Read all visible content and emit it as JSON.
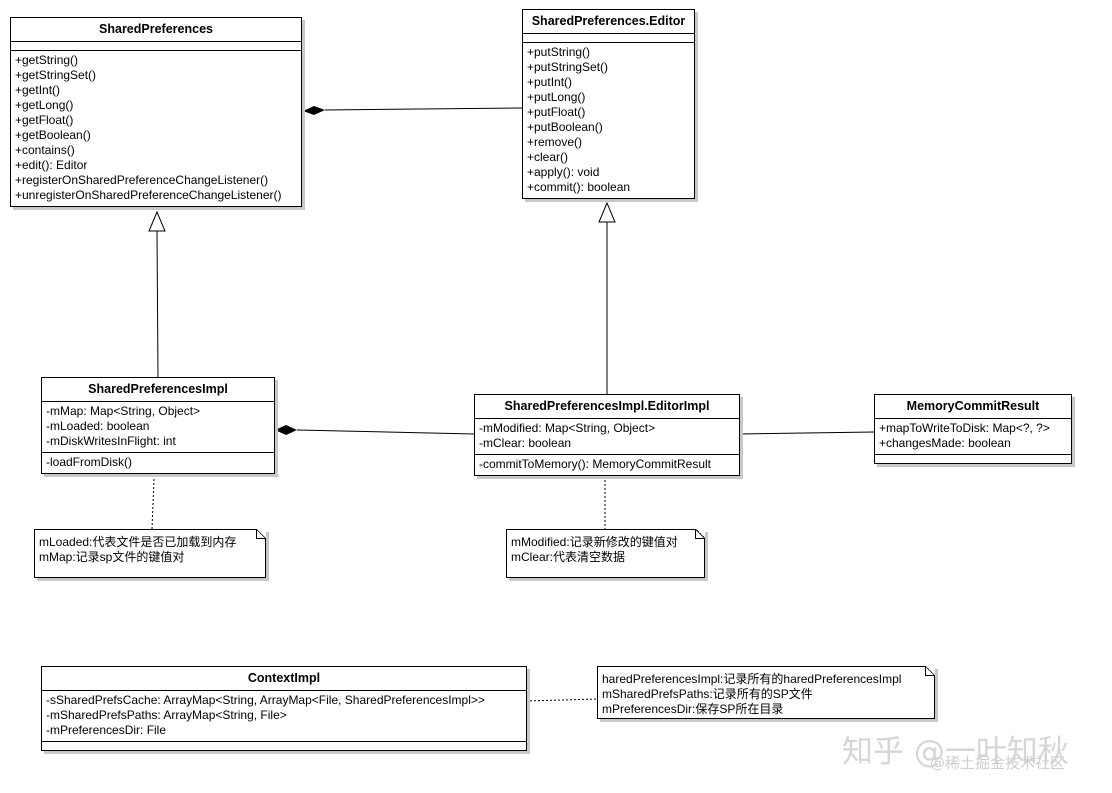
{
  "classes": {
    "shared_preferences": {
      "name": "SharedPreferences",
      "attributes": [],
      "methods": [
        "+getString()",
        "+getStringSet()",
        "+getInt()",
        "+getLong()",
        "+getFloat()",
        "+getBoolean()",
        "+contains()",
        "+edit(): Editor",
        "+registerOnSharedPreferenceChangeListener()",
        "+unregisterOnSharedPreferenceChangeListener()"
      ]
    },
    "editor": {
      "name": "SharedPreferences.Editor",
      "attributes": [],
      "methods": [
        "+putString()",
        "+putStringSet()",
        "+putInt()",
        "+putLong()",
        "+putFloat()",
        "+putBoolean()",
        "+remove()",
        "+clear()",
        "+apply(): void",
        "+commit(): boolean"
      ]
    },
    "impl": {
      "name": "SharedPreferencesImpl",
      "attributes": [
        "-mMap: Map<String, Object>",
        "-mLoaded: boolean",
        "-mDiskWritesInFlight: int"
      ],
      "methods": [
        "-loadFromDisk()"
      ]
    },
    "editor_impl": {
      "name": "SharedPreferencesImpl.EditorImpl",
      "attributes": [
        "-mModified: Map<String, Object>",
        "-mClear: boolean"
      ],
      "methods": [
        "-commitToMemory(): MemoryCommitResult"
      ]
    },
    "memory_commit_result": {
      "name": "MemoryCommitResult",
      "attributes": [
        "+mapToWriteToDisk: Map<?, ?>",
        "+changesMade: boolean"
      ],
      "methods": []
    },
    "context_impl": {
      "name": "ContextImpl",
      "attributes": [
        "-sSharedPrefsCache: ArrayMap<String, ArrayMap<File, SharedPreferencesImpl>>",
        "-mSharedPrefsPaths: ArrayMap<String, File>",
        "-mPreferencesDir: File"
      ],
      "methods": []
    }
  },
  "notes": {
    "impl_note": [
      "mLoaded:代表文件是否已加载到内存",
      "mMap:记录sp文件的键值对"
    ],
    "editor_impl_note": [
      "mModified:记录新修改的键值对",
      "mClear:代表清空数据"
    ],
    "context_note": [
      "haredPreferencesImpl:记录所有的haredPreferencesImpl",
      "mSharedPrefsPaths:记录所有的SP文件",
      "mPreferencesDir:保存SP所在目录"
    ]
  },
  "watermark": {
    "main": "知乎 @一叶知秋",
    "sub": "@稀土掘金技术社区"
  }
}
